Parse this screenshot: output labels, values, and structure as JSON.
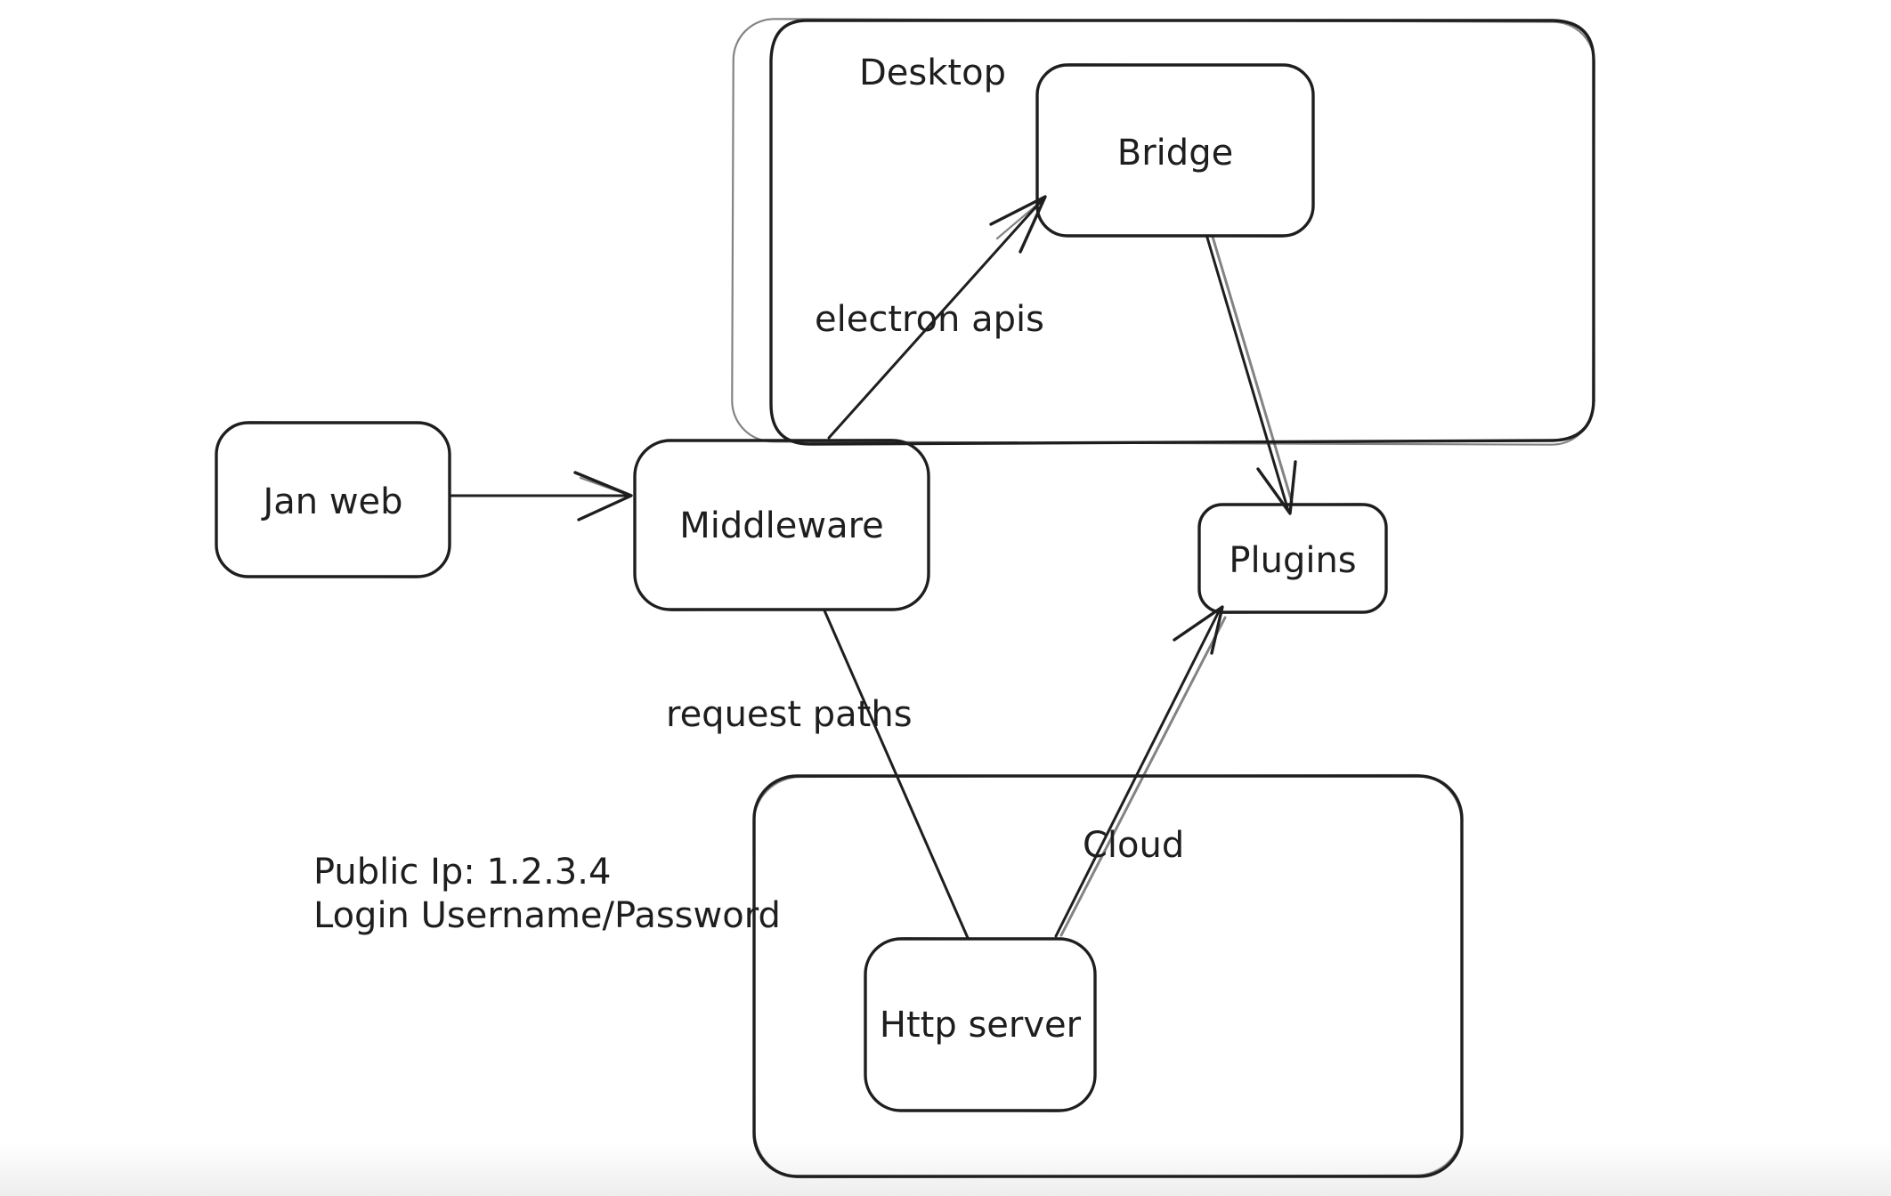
{
  "canvas": {
    "background": "#ffffff",
    "stroke_color": "#1e1e1e"
  },
  "diagram": {
    "containers": [
      {
        "id": "desktop",
        "label": "Desktop"
      },
      {
        "id": "cloud",
        "label": "Cloud"
      }
    ],
    "nodes": [
      {
        "id": "jan-web",
        "label": "Jan web"
      },
      {
        "id": "bridge",
        "label": "Bridge",
        "container": "desktop"
      },
      {
        "id": "middleware",
        "label": "Middleware"
      },
      {
        "id": "plugins",
        "label": "Plugins"
      },
      {
        "id": "http-server",
        "label": "Http server",
        "container": "cloud"
      }
    ],
    "edges": [
      {
        "from": "jan-web",
        "to": "middleware",
        "label": "",
        "arrowhead": "end"
      },
      {
        "from": "middleware",
        "to": "bridge",
        "label": "electron apis",
        "arrowhead": "end"
      },
      {
        "from": "bridge",
        "to": "plugins",
        "label": "",
        "arrowhead": "end"
      },
      {
        "from": "middleware",
        "to": "http-server",
        "label": "request paths",
        "arrowhead": "none"
      },
      {
        "from": "http-server",
        "to": "plugins",
        "label": "",
        "arrowhead": "end"
      }
    ],
    "annotations": [
      {
        "text": "Public Ip: 1.2.3.4"
      },
      {
        "text": "Login Username/Password"
      }
    ]
  }
}
